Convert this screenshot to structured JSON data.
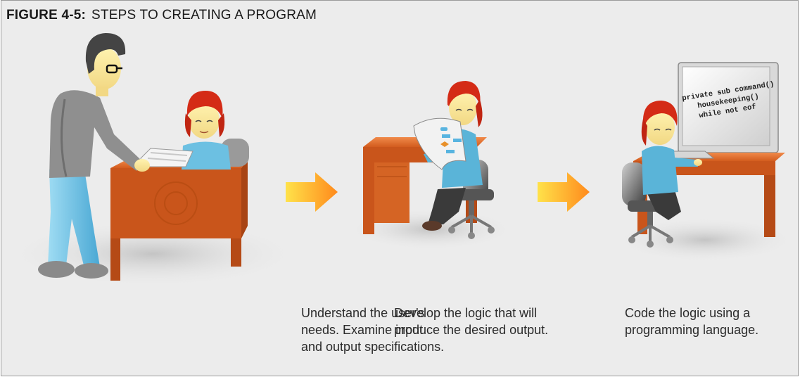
{
  "figure": {
    "label": "FIGURE 4-5:",
    "title": "STEPS TO CREATING A PROGRAM"
  },
  "steps": [
    {
      "lines": [
        "Understand the user's",
        "needs. Examine input",
        "and output specifications."
      ]
    },
    {
      "lines": [
        "Develop the logic that will",
        "produce the desired output."
      ]
    },
    {
      "lines": [
        "Code the logic using a",
        "programming language."
      ]
    }
  ],
  "monitor": {
    "code_lines": [
      "private sub command()",
      "housekeeping()",
      "while not eof"
    ]
  },
  "colors": {
    "background": "#ececec",
    "desk": "#d35c1e",
    "hair": "#cc2a14",
    "shirt": "#5ab4d8",
    "arrow_start": "#ffd21a",
    "arrow_end": "#ff8c1a"
  }
}
